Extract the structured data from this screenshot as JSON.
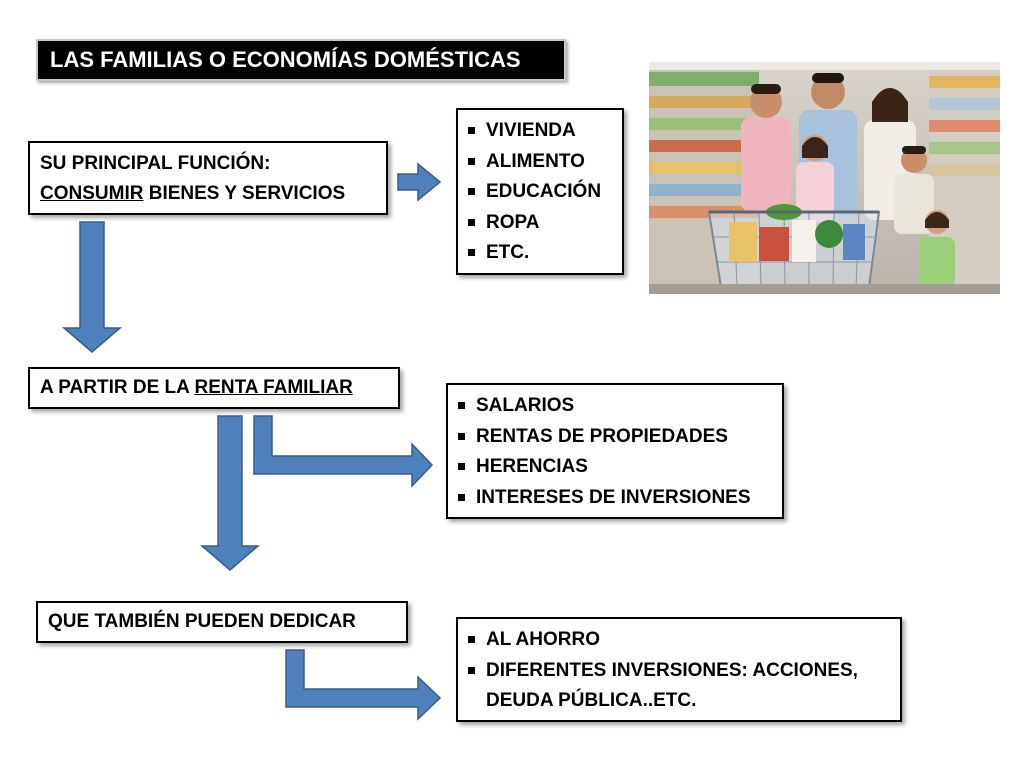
{
  "title": "LAS FAMILIAS O ECONOMÍAS DOMÉSTICAS",
  "funcion": {
    "line1": "SU PRINCIPAL FUNCIÓN:",
    "consumir": "CONSUMIR",
    "line2_rest": " BIENES Y SERVICIOS"
  },
  "bienes": [
    "VIVIENDA",
    "ALIMENTO",
    "EDUCACIÓN",
    "ROPA",
    "ETC."
  ],
  "renta": {
    "prefix": "A PARTIR DE LA ",
    "underlined": "RENTA FAMILIAR"
  },
  "fuentes": [
    "SALARIOS",
    "RENTAS DE PROPIEDADES",
    "HERENCIAS",
    "INTERESES DE INVERSIONES"
  ],
  "dedicar": "QUE TAMBIÉN PUEDEN DEDICAR",
  "usos": {
    "item1": "AL AHORRO",
    "item2_line1": "DIFERENTES INVERSIONES: ACCIONES,",
    "item2_line2": "DEUDA PÚBLICA..ETC."
  },
  "colors": {
    "arrow_fill": "#4f81bd",
    "arrow_stroke": "#385d8a",
    "title_bg": "#000000",
    "title_text": "#ffffff"
  },
  "photo": {
    "subject": "family-shopping-supermarket-photo"
  }
}
